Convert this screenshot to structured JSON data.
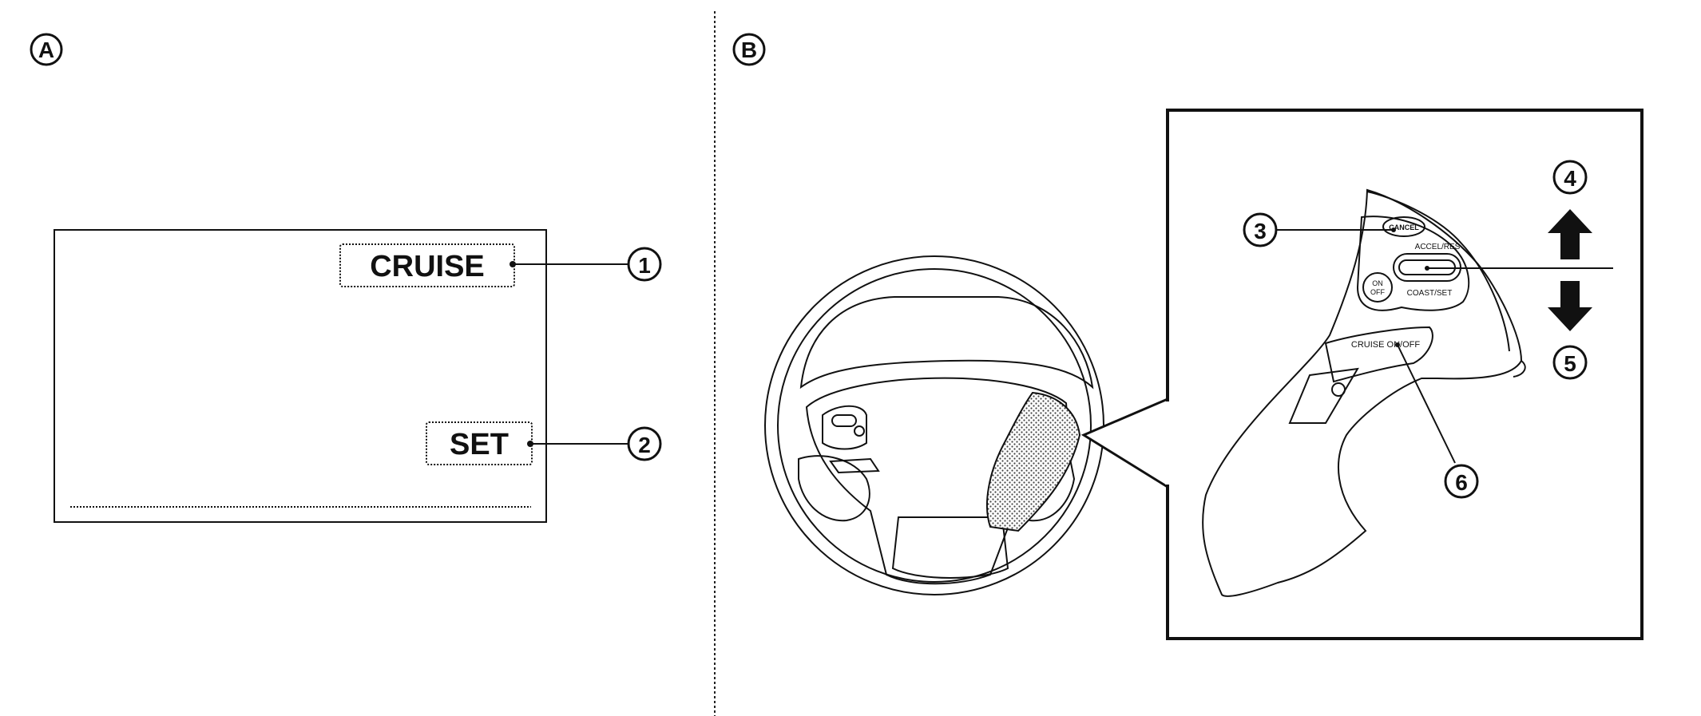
{
  "panels": {
    "a": {
      "letter": "A"
    },
    "b": {
      "letter": "B"
    }
  },
  "display": {
    "cruise_label": "CRUISE",
    "set_label": "SET"
  },
  "callouts": [
    "1",
    "2",
    "3",
    "4",
    "5",
    "6"
  ],
  "switch_labels": {
    "cancel": "CANCEL",
    "accel_res": "ACCEL/RES",
    "coast_set": "COAST/SET",
    "on_off_top": "ON",
    "on_off_bottom": "OFF",
    "cruise_on_off": "CRUISE ON/OFF"
  },
  "icons": {
    "up": "arrow-up-icon",
    "down": "arrow-down-icon"
  }
}
